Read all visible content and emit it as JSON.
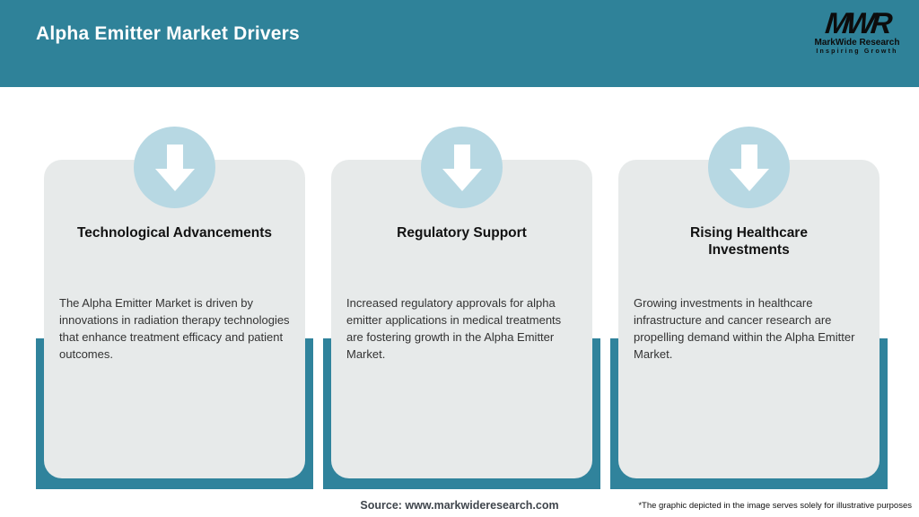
{
  "header": {
    "title": "Alpha Emitter Market Drivers",
    "logo": {
      "acronym": "MWR",
      "name": "MarkWide Research",
      "tagline": "Inspiring Growth"
    }
  },
  "cards": [
    {
      "title": "Technological Advancements",
      "body": "The Alpha Emitter Market is driven by innovations in radiation therapy technologies that enhance treatment efficacy and patient outcomes.",
      "icon": "down-arrow-icon"
    },
    {
      "title": "Regulatory Support",
      "body": "Increased regulatory approvals for alpha emitter applications in medical treatments are fostering growth in the Alpha Emitter Market.",
      "icon": "down-arrow-icon"
    },
    {
      "title": "Rising Healthcare Investments",
      "body": "Growing investments in healthcare infrastructure and cancer research are propelling demand within the Alpha Emitter Market.",
      "icon": "down-arrow-icon"
    }
  ],
  "footer": {
    "source": "Source: www.markwideresearch.com",
    "disclaimer": "*The graphic depicted in the image serves solely for illustrative purposes"
  },
  "colors": {
    "header_teal": "#2F8299",
    "accent_bar_teal": "#30839C",
    "card_background": "#E7EAEA",
    "icon_circle_blue": "#B7D8E3",
    "arrow_white": "#FFFFFF",
    "title_text": "#121212",
    "body_text": "#333333",
    "source_text": "#3F454C"
  }
}
